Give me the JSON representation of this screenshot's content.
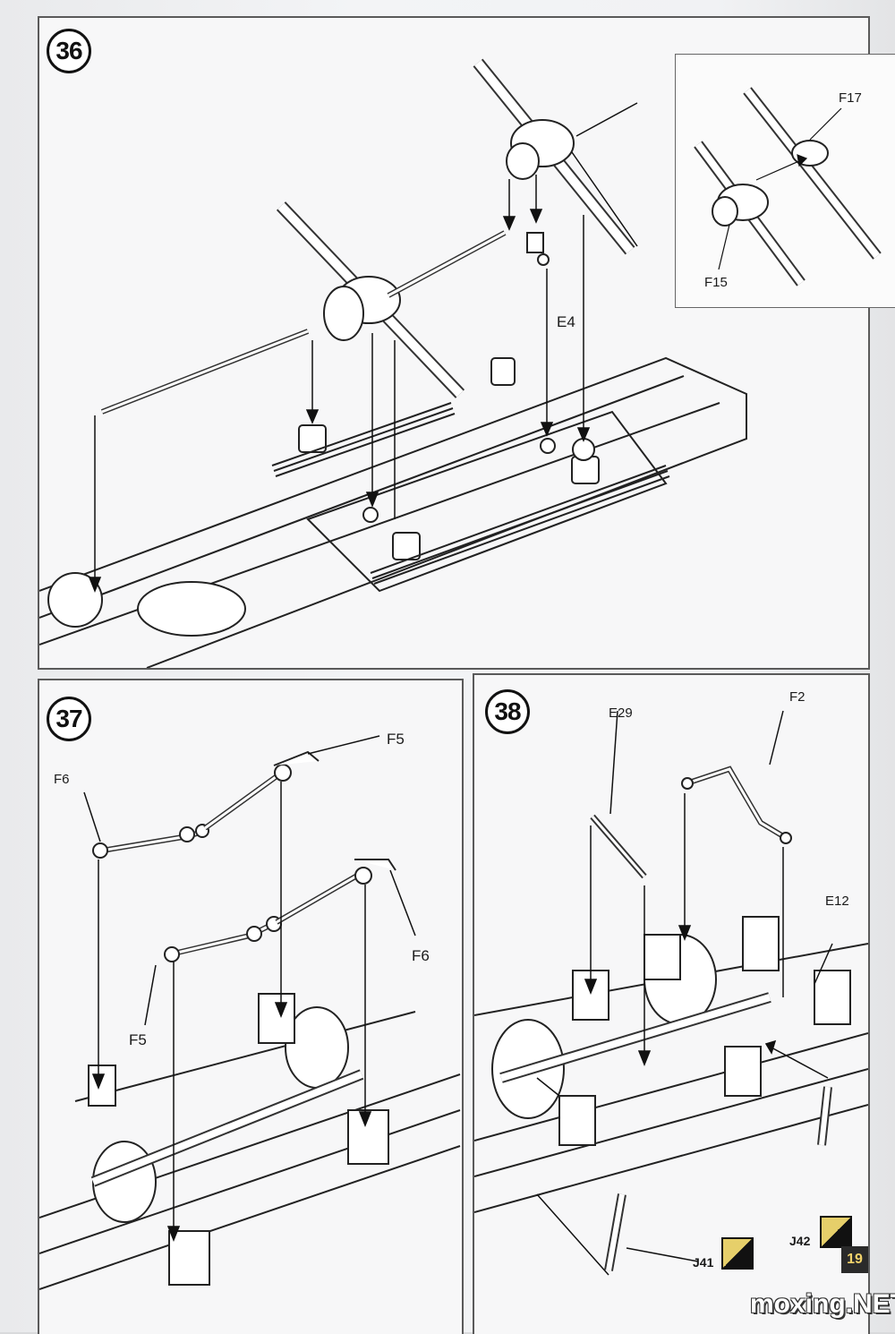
{
  "steps": {
    "s36": {
      "number": "36",
      "labels": {
        "e4": "E4",
        "f15": "F15",
        "f17": "F17"
      }
    },
    "s37": {
      "number": "37",
      "labels": {
        "f5_top": "F5",
        "f6_left": "F6",
        "f6_right": "F6",
        "f5_bottom": "F5"
      }
    },
    "s38": {
      "number": "38",
      "labels": {
        "e29": "E29",
        "f2": "F2",
        "e12": "E12"
      },
      "paints": [
        {
          "code": "J41",
          "colors": [
            "#e6cf6a",
            "#111111"
          ]
        },
        {
          "code": "J42",
          "colors": [
            "#e6cf6a",
            "#111111"
          ]
        }
      ]
    }
  },
  "page_number": "19",
  "watermark": "moxing.NET"
}
